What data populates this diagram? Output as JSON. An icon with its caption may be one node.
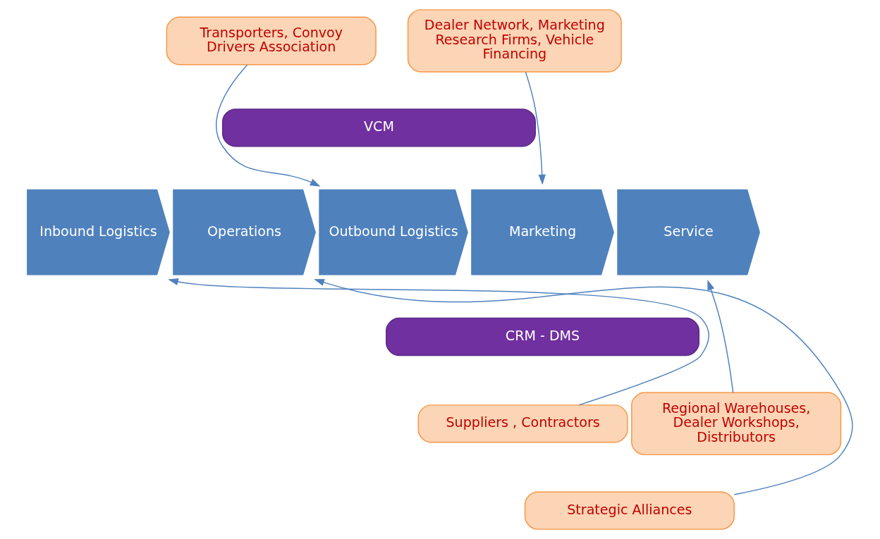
{
  "diagram": {
    "nodes": [
      {
        "text": [
          "Transporters, Convoy Drivers Association"
        ]
      },
      {
        "text": [
          "Dealer Network, Marketing Research Firms, Vehicle Financing"
        ]
      },
      {
        "text": [
          "VCM"
        ]
      },
      {
        "text": [
          "Inbound Logistics"
        ]
      },
      {
        "text": [
          "Operations"
        ]
      },
      {
        "text": [
          "Outbound Logistics"
        ]
      },
      {
        "text": [
          "Marketing"
        ]
      },
      {
        "text": [
          "Service"
        ]
      },
      {
        "text": [
          "CRM - DMS"
        ]
      },
      {
        "text": [
          "Suppliers , Contractors"
        ]
      },
      {
        "text": [
          "Regional Warehouses, Dealer Workshops, Distributors"
        ]
      },
      {
        "text": [
          "Strategic Alliances"
        ]
      }
    ],
    "edges": [
      {
        "from": 0,
        "to": 5,
        "arrow": "to"
      },
      {
        "from": 1,
        "to": 6,
        "arrow": "to"
      },
      {
        "from": 9,
        "to": 3,
        "arrow": "to"
      },
      {
        "from": 11,
        "to": 4,
        "arrow": "to"
      },
      {
        "from": 10,
        "to": 7,
        "arrow": "to"
      }
    ]
  }
}
